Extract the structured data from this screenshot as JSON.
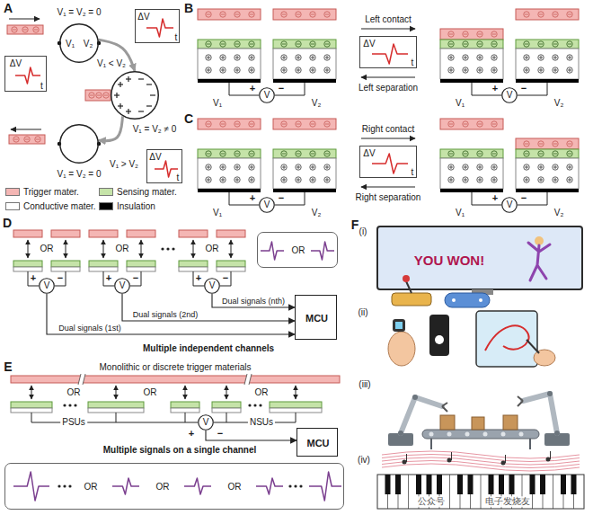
{
  "diagram": {
    "nodes": [
      {
        "text": [
          "V₁ = V₂ = 0",
          "V₁",
          "V₂"
        ]
      },
      {
        "text": [
          "ΔV",
          "t"
        ]
      },
      {
        "text": [
          "ΔV",
          "t"
        ]
      },
      {
        "text": [
          "V₁ = V₂ ≠ 0"
        ]
      },
      {
        "text": [
          "V₁ = V₂ = 0"
        ]
      },
      {
        "text": [
          "ΔV",
          "t"
        ]
      },
      {
        "text": [
          "V"
        ]
      },
      {
        "text": [
          "ΔV",
          "t"
        ]
      },
      {
        "text": [
          "V"
        ]
      },
      {
        "text": [
          "V"
        ]
      },
      {
        "text": [
          "ΔV",
          "t"
        ]
      },
      {
        "text": [
          "V"
        ]
      },
      {
        "text": [
          "V"
        ]
      },
      {
        "text": [
          "V"
        ]
      },
      {
        "text": [
          "V"
        ]
      },
      {
        "text": [
          "OR"
        ]
      },
      {
        "text": [
          "MCU"
        ]
      },
      {
        "text": [
          "V"
        ]
      },
      {
        "text": [
          "MCU"
        ]
      },
      {
        "text": [
          "OR",
          "OR",
          "OR"
        ]
      }
    ],
    "edges": [
      {
        "from": 0,
        "to": 3,
        "label": "V₁ < V₂",
        "arrow": "to"
      },
      {
        "from": 3,
        "to": 4,
        "label": "V₁ > V₂",
        "arrow": "to"
      },
      {
        "from": 12,
        "to": 16,
        "label": "Dual signals (1st)",
        "arrow": "to"
      },
      {
        "from": 13,
        "to": 16,
        "label": "Dual signals (2nd)",
        "arrow": "to"
      },
      {
        "from": 14,
        "to": 16,
        "label": "Dual signals (nth)",
        "arrow": "to"
      },
      {
        "from": 17,
        "to": 18,
        "label": "Multiple signals on a single channel",
        "arrow": "to"
      }
    ],
    "labels": [
      "A",
      "B",
      "C",
      "D",
      "E",
      "F",
      "V₁",
      "+",
      "−",
      "V₂",
      "Left contact",
      "Left separation",
      "V₁",
      "+",
      "−",
      "V₂",
      "V₁",
      "+",
      "−",
      "V₂",
      "Right contact",
      "Right separation",
      "V₁",
      "+",
      "−",
      "V₂",
      "OR",
      "OR",
      "OR",
      "+",
      "−",
      "+",
      "−",
      "+",
      "−",
      "Multiple independent channels",
      "Monolithic or discrete trigger materials",
      "OR",
      "OR",
      "OR",
      "PSUs",
      "NSUs",
      "+",
      "−",
      "(i)",
      "YOU WON!",
      "(ii)",
      "(iii)",
      "(iv)",
      "公众号",
      "电子发烧友"
    ],
    "legend": [
      {
        "text": "Trigger mater.",
        "color": "#f4b6b4"
      },
      {
        "text": "Sensing mater.",
        "color": "#c5e3a8"
      },
      {
        "text": "Conductive mater.",
        "color": "#ffffff"
      },
      {
        "text": "Insulation",
        "color": "#000000"
      }
    ]
  }
}
